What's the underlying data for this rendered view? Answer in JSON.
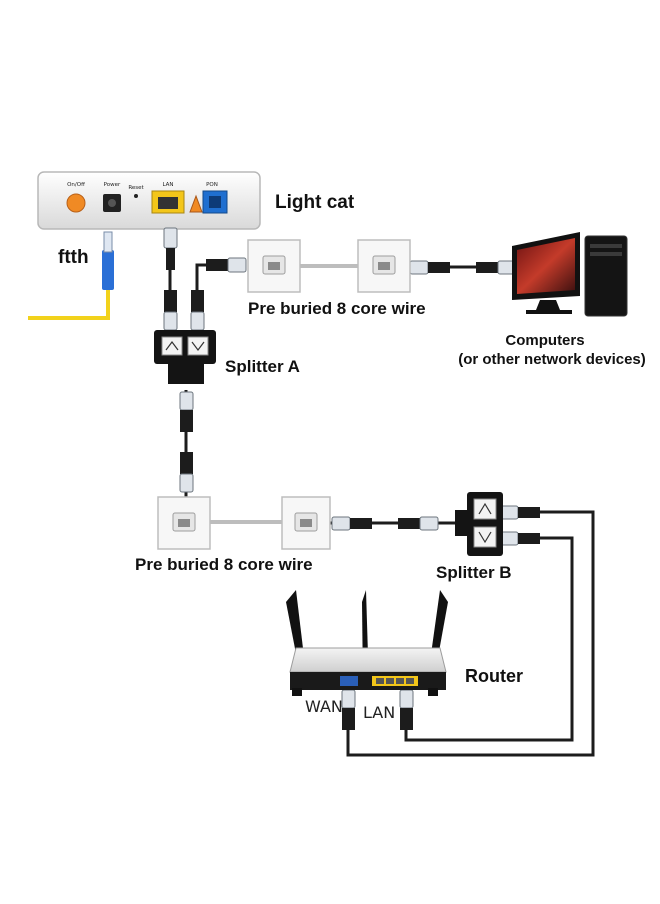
{
  "labels": {
    "light_cat": "Light cat",
    "ftth": "ftth",
    "wire_top": "Pre buried 8 core wire",
    "splitter_a": "Splitter A",
    "computers_line1": "Computers",
    "computers_line2": "(or other network devices)",
    "wire_bottom": "Pre buried 8 core wire",
    "splitter_b": "Splitter B",
    "router": "Router",
    "wan": "WAN",
    "lan": "LAN"
  },
  "modem_ports": {
    "onoff": "On/Off",
    "power": "Power",
    "reset": "Reset",
    "lan": "LAN",
    "pon": "PON"
  },
  "colors": {
    "fiber": "#f2d21b",
    "fiber_connector": "#2a6fd6",
    "power_button": "#f08a24",
    "lan_port": "#f3c61a",
    "pon_port": "#1f6fd0",
    "cable": "#1c1c1c",
    "wire": "#bdbdbd"
  }
}
